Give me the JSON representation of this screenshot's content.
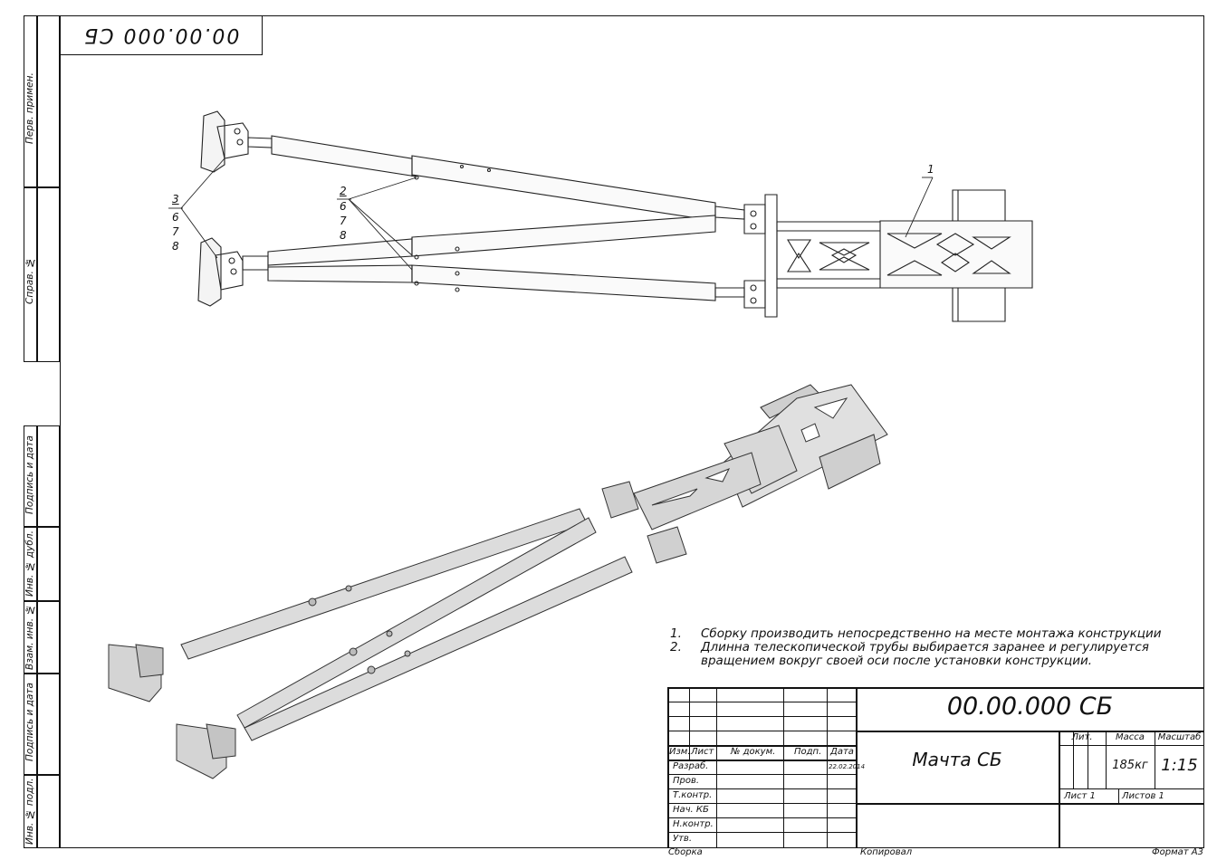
{
  "top_code": "00.00.000 СБ",
  "side_labels": [
    "Перв. примен.",
    "Справ. №",
    "Подпись и дата",
    "Инв. № дубл.",
    "Взам. инв. №",
    "Подпись и дата",
    "Инв. № подл."
  ],
  "notes": [
    {
      "num": "1.",
      "text": "Сборку производить непосредственно на месте монтажа конструкции"
    },
    {
      "num": "2.",
      "text": "Длинна телескопической трубы выбирается заранее и регулируется"
    },
    {
      "num": "",
      "text": "вращением вокруг своей оси после установки конструкции."
    }
  ],
  "callouts": {
    "c1": "1",
    "c2": [
      "2",
      "6",
      "7",
      "8"
    ],
    "c3": [
      "3",
      "6",
      "7",
      "8"
    ]
  },
  "title_block": {
    "designation": "00.00.000 СБ",
    "name": "Мачта СБ",
    "lit_label": "Лит.",
    "mass_label": "Масса",
    "scale_label": "Масштаб",
    "mass": "185кг",
    "scale": "1:15",
    "sheet": "Лист 1",
    "sheets": "Листов 1",
    "headers": [
      "Изм.",
      "Лист",
      "№ докум.",
      "Подп.",
      "Дата"
    ],
    "rows": [
      "Разраб.",
      "Пров.",
      "Т.контр.",
      "Нач. КБ",
      "Н.контр.",
      "Утв."
    ],
    "date": "22.02.2014"
  },
  "footer": {
    "left": "Сборка",
    "mid": "Копировал",
    "right": "Формат А3"
  }
}
